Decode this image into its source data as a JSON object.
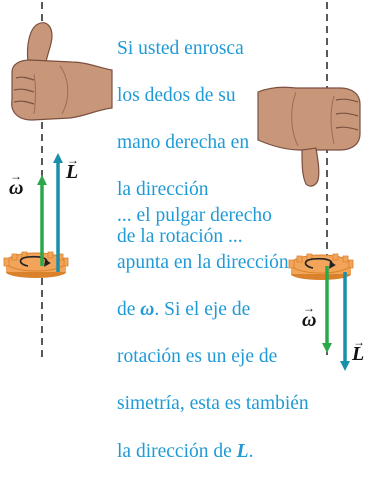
{
  "caption_top": {
    "lines": [
      "Si usted enrosca",
      "los dedos de su",
      "mano derecha en",
      "la dirección",
      "de la rotación ..."
    ]
  },
  "caption_bottom": {
    "line1": "... el pulgar derecho",
    "line2": "apunta en la dirección",
    "line3_prefix": "de ",
    "line3_symbol": "ω",
    "line3_suffix": ". Si el eje de",
    "line4": "rotación es un eje de",
    "line5": "simetría, esta es también",
    "line6_prefix": "la dirección de ",
    "line6_symbol": "L",
    "line6_suffix": "."
  },
  "labels": {
    "omega": "ω",
    "L": "L"
  },
  "colors": {
    "text_blue": "#1f9ad6",
    "omega_arrow": "#2aa84a",
    "L_arrow": "#1a8fa8",
    "gear_fill": "#f2a55a",
    "gear_dark": "#d9822b",
    "skin": "#c8977a",
    "skin_shadow": "#9b6b55",
    "axis": "#222222"
  }
}
